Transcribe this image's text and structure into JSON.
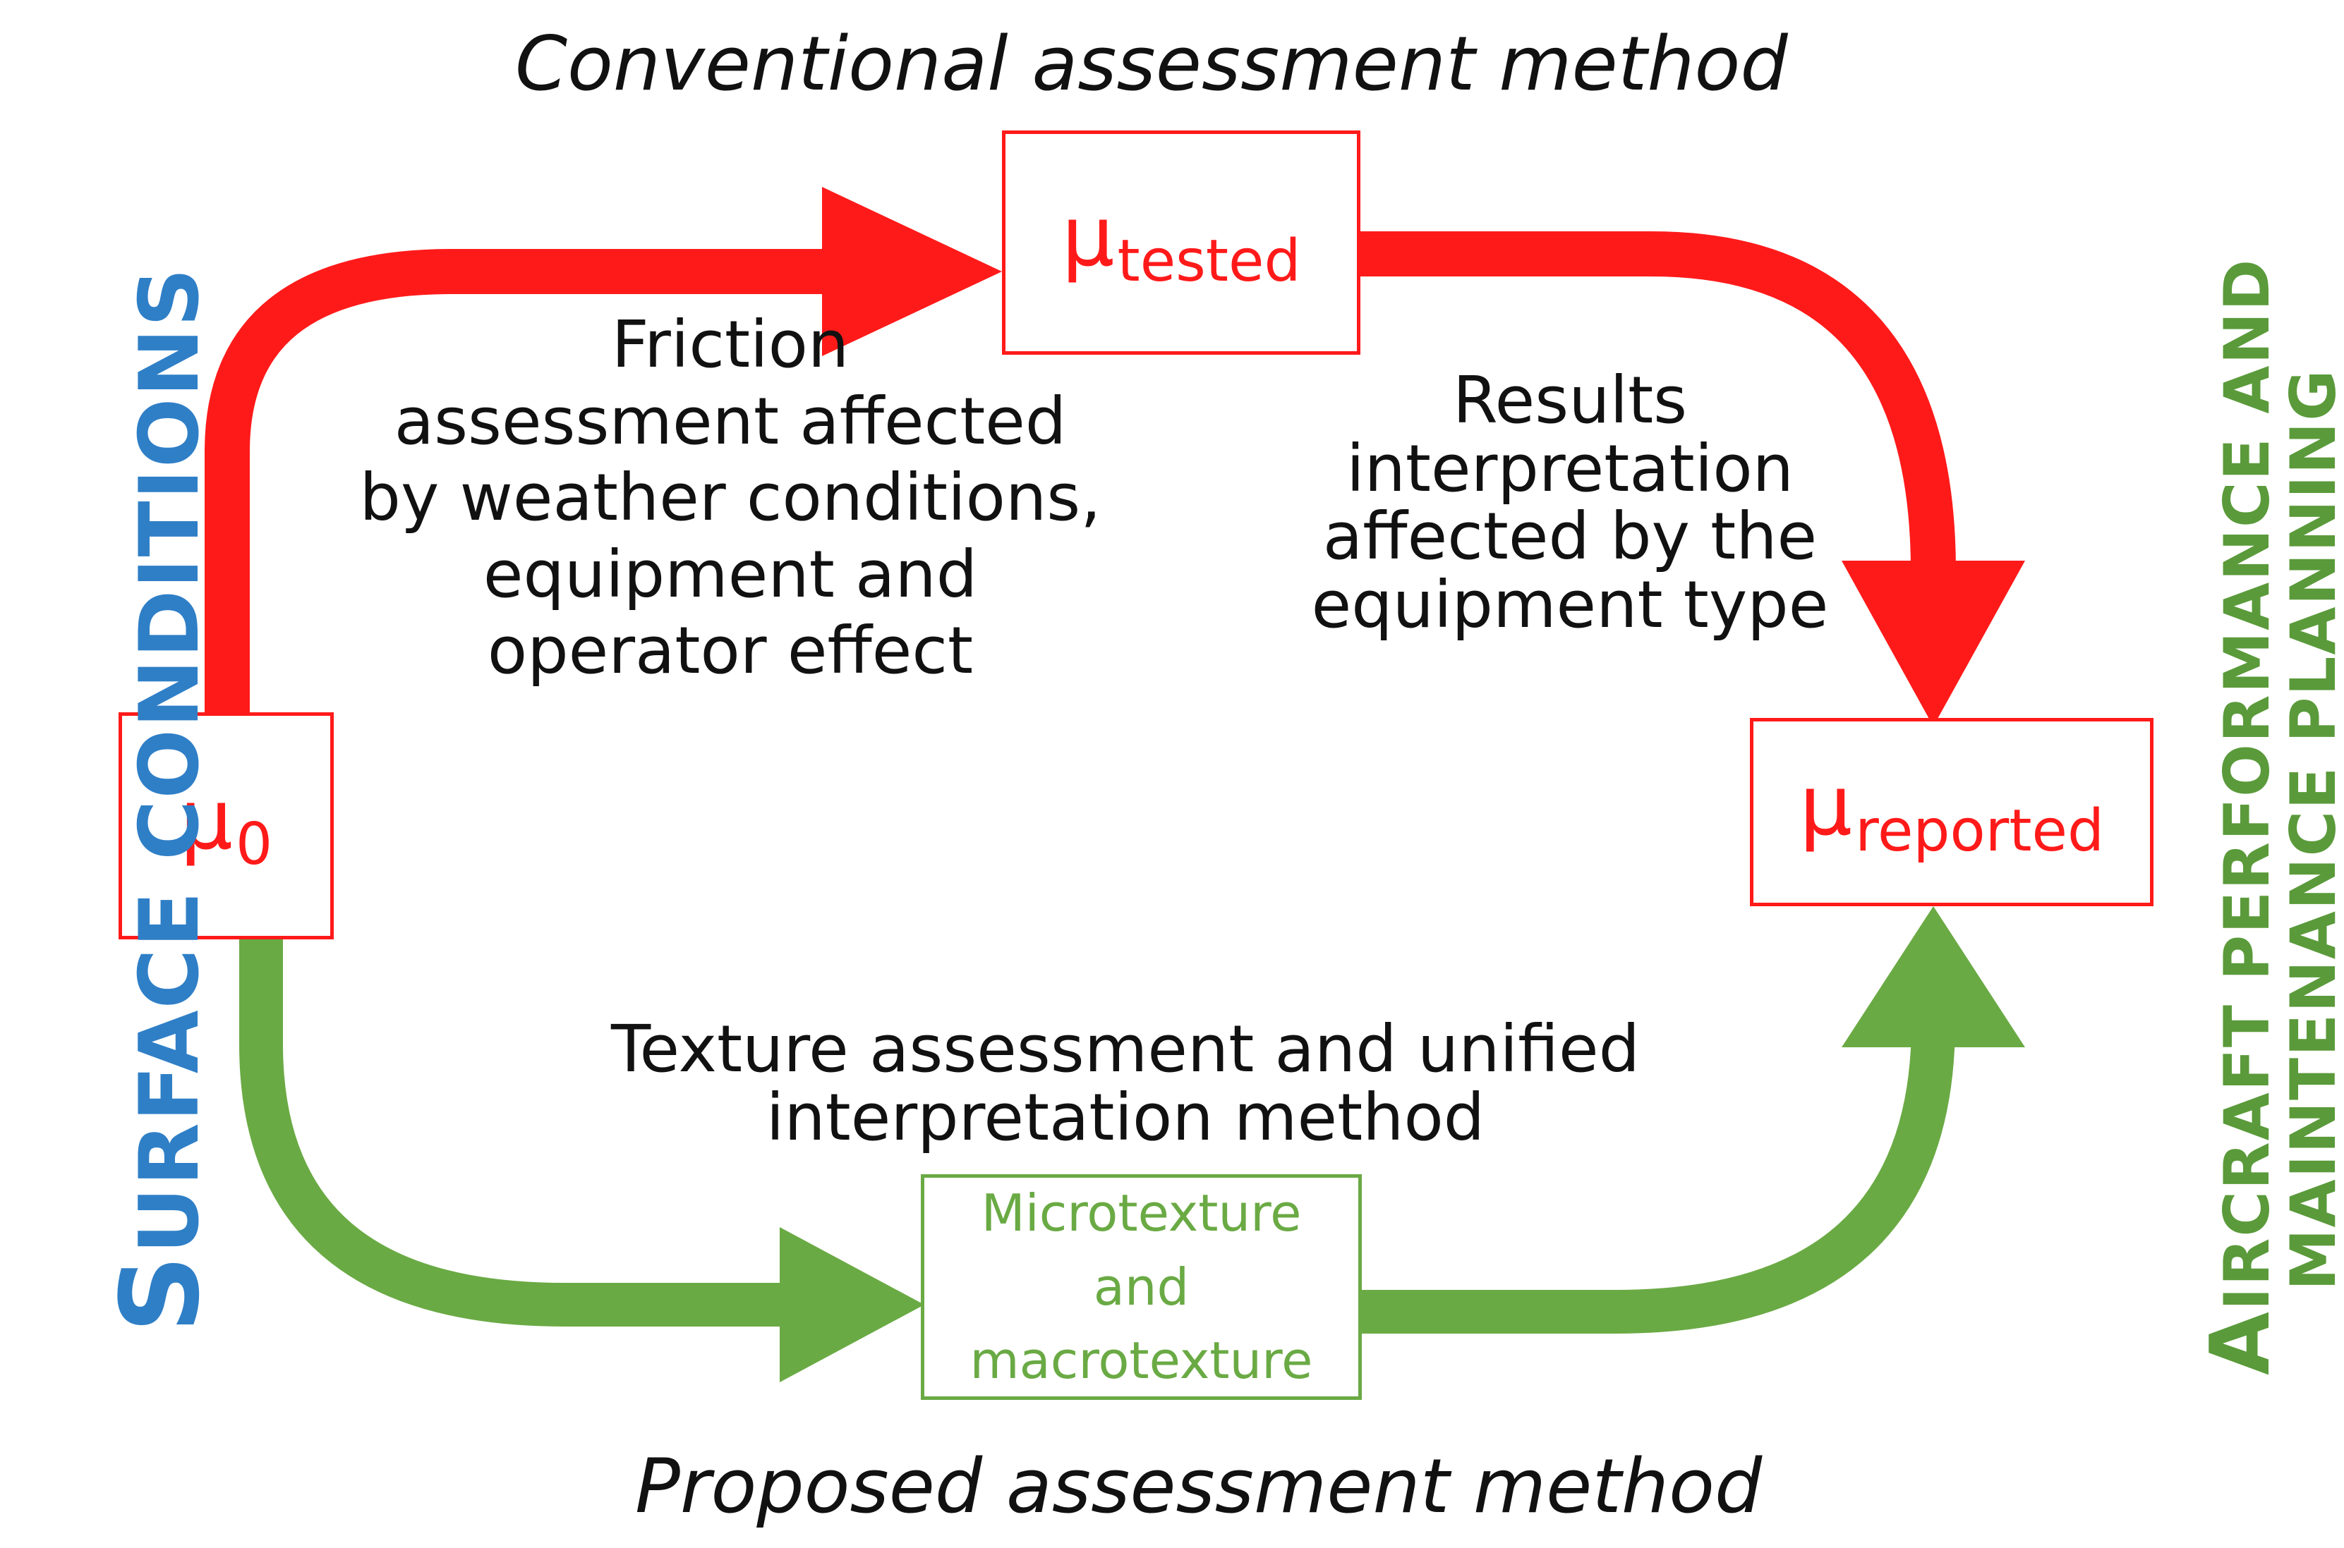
{
  "titles": {
    "conventional": "Conventional assessment method",
    "proposed": "Proposed assessment method"
  },
  "nodes": {
    "mu0": {
      "symbol": "μ",
      "sub": "0"
    },
    "mu_tested": {
      "symbol": "μ",
      "sub": "tested"
    },
    "mu_reported": {
      "symbol": "μ",
      "sub": "reported"
    },
    "texture": {
      "line1": "Microtexture",
      "line2": "and",
      "line3": "macrotexture"
    }
  },
  "annotations": {
    "friction": [
      "Friction",
      "assessment affected",
      "by weather conditions,",
      "equipment and",
      "operator effect"
    ],
    "results": [
      "Results",
      "interpretation",
      "affected by the",
      "equipment type"
    ],
    "texture_method": [
      "Texture assessment and unified",
      "interpretation method"
    ]
  },
  "side_labels": {
    "left": {
      "first": "S",
      "rest": "URFACE CONDITIONS"
    },
    "right_line1": {
      "first": "A",
      "rest": "IRCRAFT PERFORMANCE AND"
    },
    "right_line2": "MAINTENANCE PLANNING"
  },
  "colors": {
    "conventional": "#ff1a1a",
    "proposed": "#6aaa44",
    "surface": "#2f7fc7",
    "aircraft": "#5a9a3a"
  }
}
